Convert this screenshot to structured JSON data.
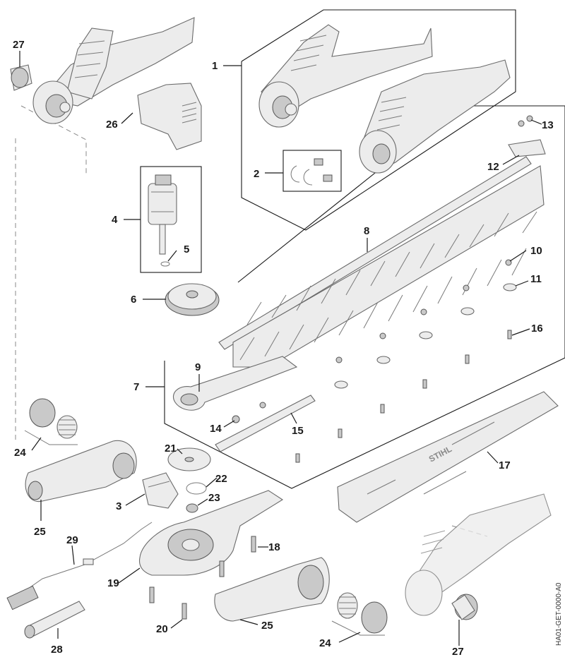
{
  "diagram": {
    "doc_id": "HA01-GET-0000-A0",
    "brand_text": "STIHL",
    "labels": {
      "l1": "1",
      "l2": "2",
      "l3": "3",
      "l4": "4",
      "l5": "5",
      "l6": "6",
      "l7": "7",
      "l8": "8",
      "l9": "9",
      "l10": "10",
      "l11": "11",
      "l12": "12",
      "l13": "13",
      "l14": "14",
      "l15": "15",
      "l16": "16",
      "l17": "17",
      "l18": "18",
      "l19": "19",
      "l20": "20",
      "l21": "21",
      "l22": "22",
      "l23": "23",
      "l24a": "24",
      "l24b": "24",
      "l25a": "25",
      "l25b": "25",
      "l26": "26",
      "l27a": "27",
      "l27b": "27",
      "l28": "28",
      "l29": "29"
    }
  }
}
